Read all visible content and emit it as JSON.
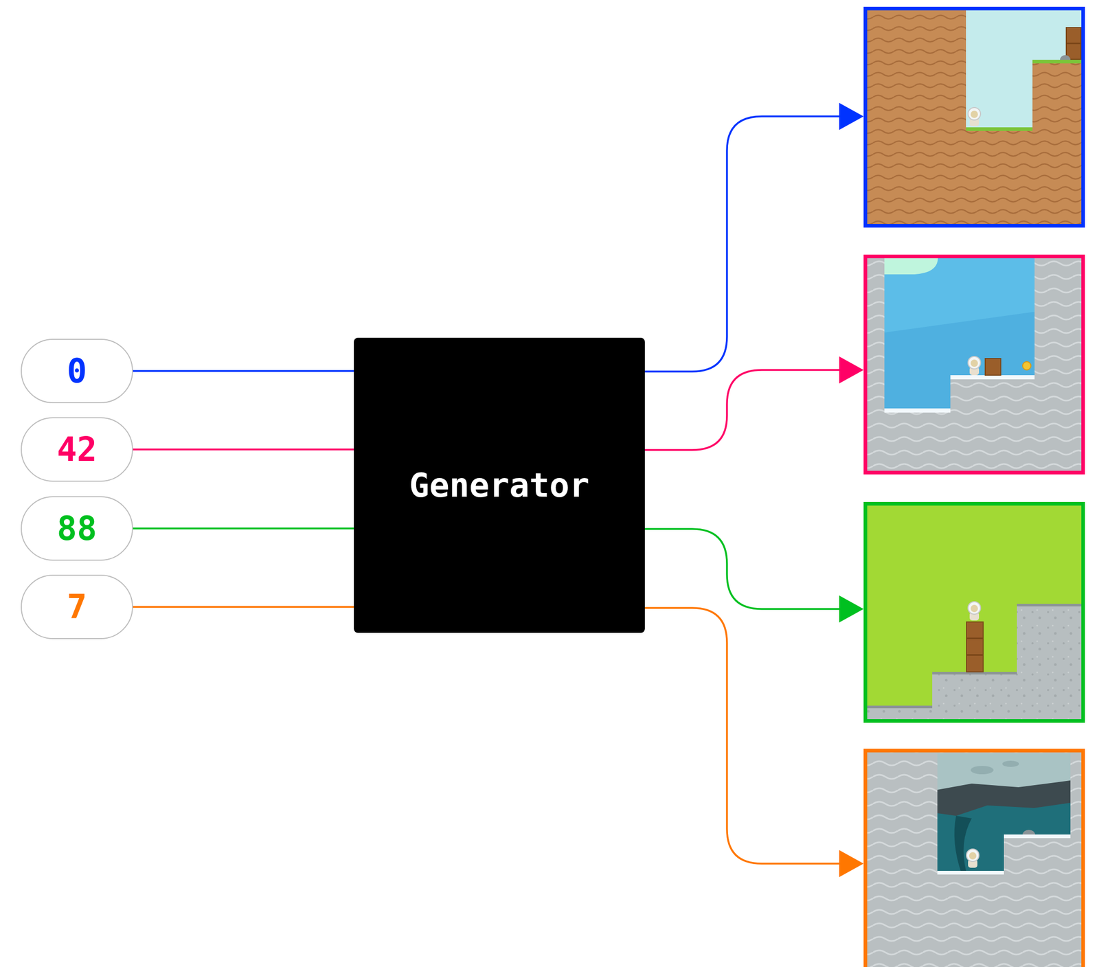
{
  "diagram": {
    "nodes": [
      {
        "text": [
          "0"
        ]
      },
      {
        "text": [
          "42"
        ]
      },
      {
        "text": [
          "88"
        ]
      },
      {
        "text": [
          "7"
        ]
      },
      {
        "text": [
          "Generator"
        ]
      }
    ],
    "edges": [
      {
        "from": 0,
        "to": 4,
        "arrow": "none"
      },
      {
        "from": 1,
        "to": 4,
        "arrow": "none"
      },
      {
        "from": 2,
        "to": 4,
        "arrow": "none"
      },
      {
        "from": 3,
        "to": 4,
        "arrow": "none"
      }
    ]
  }
}
